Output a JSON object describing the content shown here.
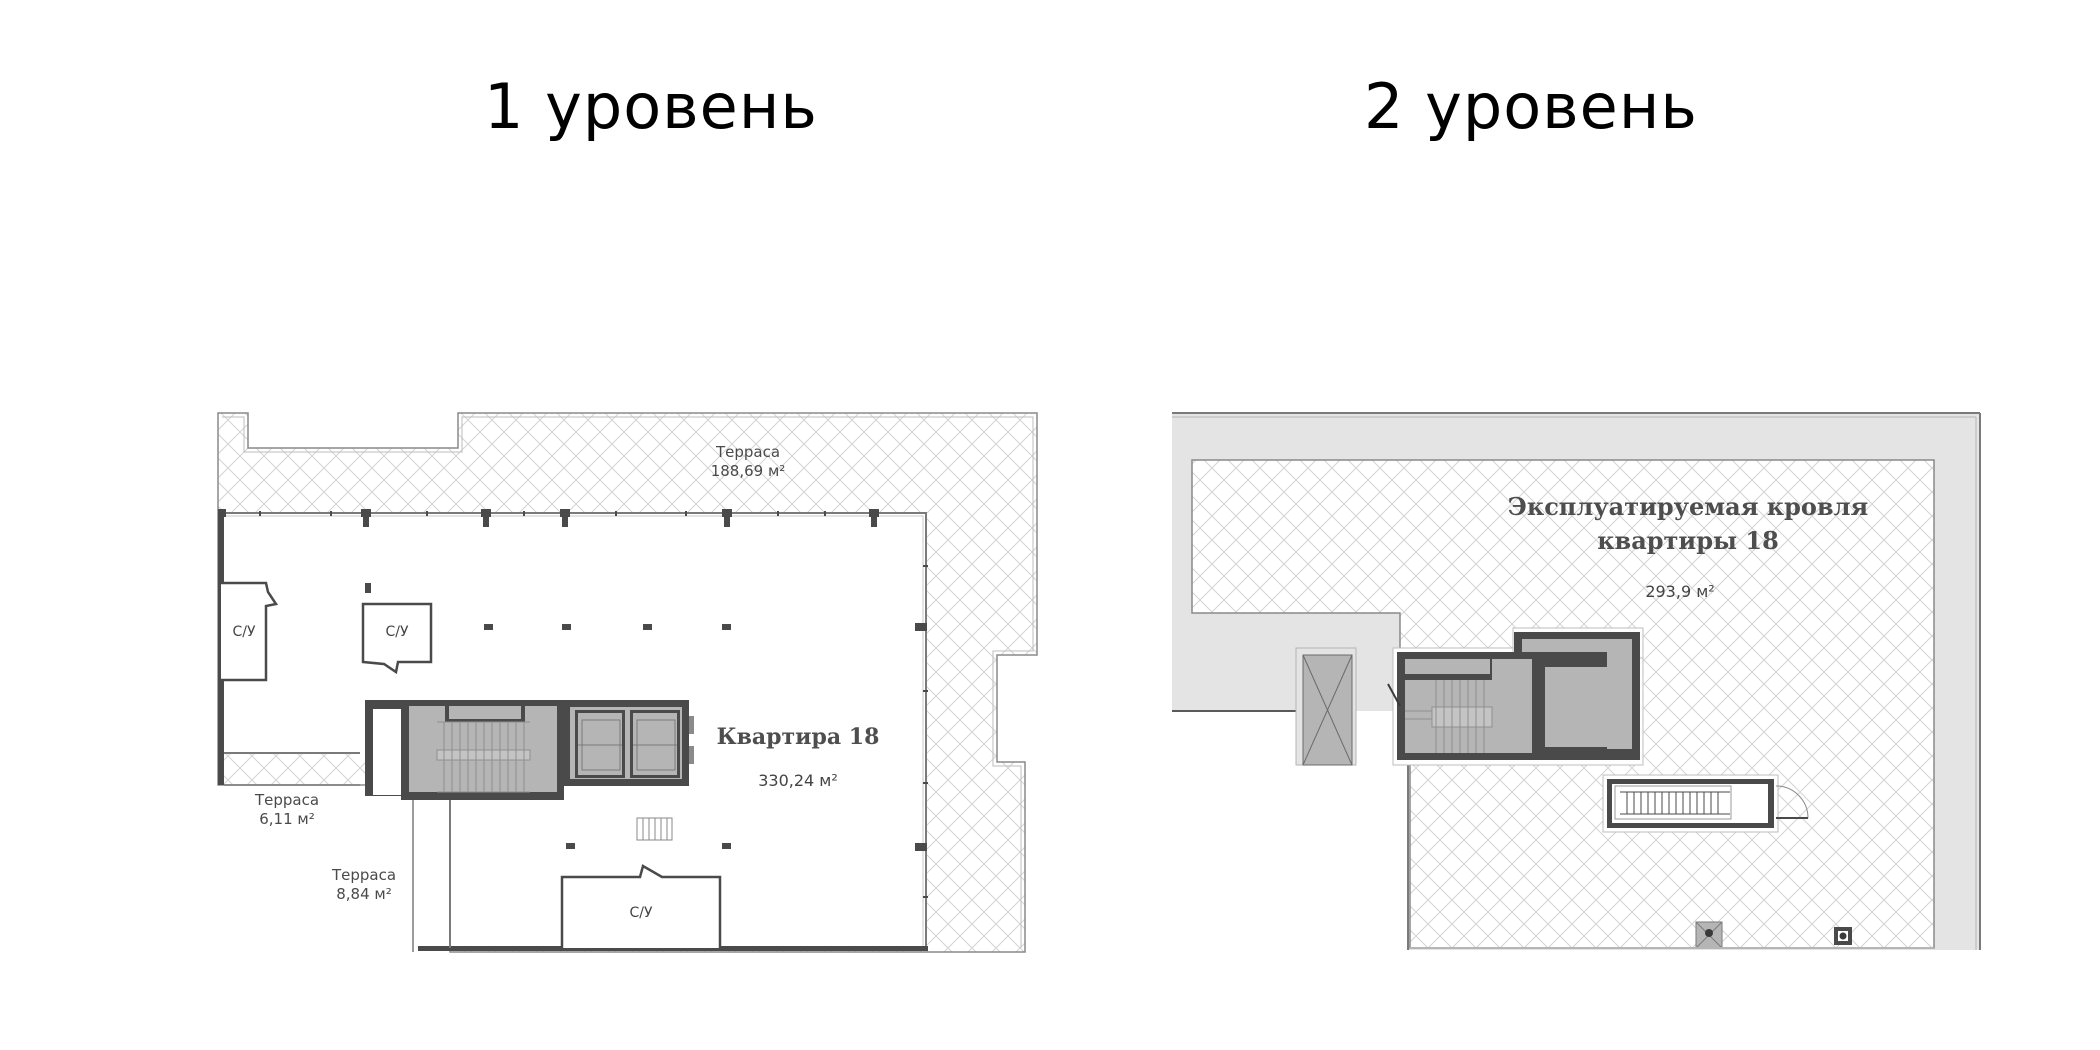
{
  "level1": {
    "title": "1 уровень",
    "terrace_main": {
      "label": "Терраса",
      "area": "188,69 м²"
    },
    "terrace_small_1": {
      "label": "Терраса",
      "area": "6,11 м²"
    },
    "terrace_small_2": {
      "label": "Терраса",
      "area": "8,84 м²"
    },
    "apartment": {
      "label": "Квартира 18",
      "area": "330,24 м²"
    },
    "bathrooms": [
      "С/У",
      "С/У",
      "С/У"
    ]
  },
  "level2": {
    "title": "2 уровень",
    "roof": {
      "label_line1": "Эксплуатируемая кровля",
      "label_line2": "квартиры 18",
      "area": "293,9 м²"
    }
  },
  "colors": {
    "wall": "#4a4a4a",
    "core_fill": "#b5b5b5",
    "roof_border": "#e4e4e4",
    "hatch": "#d6d6d6",
    "text": "#4a4a4a"
  }
}
